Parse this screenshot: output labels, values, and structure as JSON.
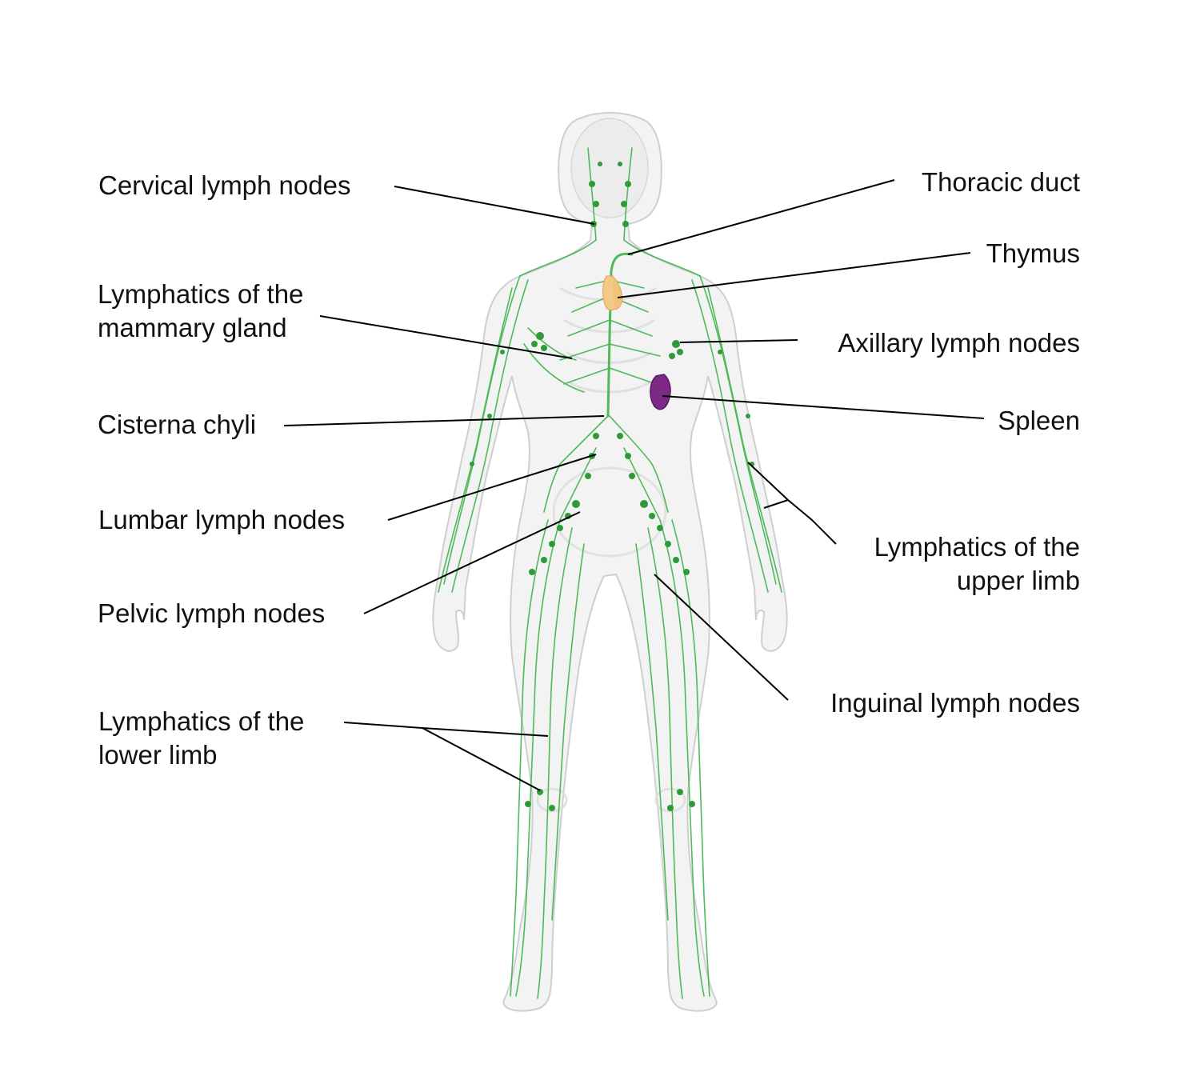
{
  "colors": {
    "background": "#ffffff",
    "body_fill": "#e9e9e9",
    "body_outline": "#cfcfcf",
    "lymph_vessel": "#3fb34a",
    "lymph_node": "#2e9a3a",
    "thymus": "#f2c987",
    "spleen": "#7b2a86",
    "leader_line": "#000000",
    "text": "#111111"
  },
  "labels": {
    "cervical": [
      "Cervical lymph nodes"
    ],
    "mammary": [
      "Lymphatics of the",
      "mammary gland"
    ],
    "cisterna": [
      "Cisterna chyli"
    ],
    "lumbar": [
      "Lumbar lymph nodes"
    ],
    "pelvic": [
      "Pelvic lymph nodes"
    ],
    "lower_limb": [
      "Lymphatics of the",
      "lower limb"
    ],
    "thoracic": [
      "Thoracic duct"
    ],
    "thymus": [
      "Thymus"
    ],
    "axillary": [
      "Axillary lymph nodes"
    ],
    "spleen": [
      "Spleen"
    ],
    "upper_limb": [
      "Lymphatics of the",
      "upper limb"
    ],
    "inguinal": [
      "Inguinal lymph nodes"
    ]
  }
}
